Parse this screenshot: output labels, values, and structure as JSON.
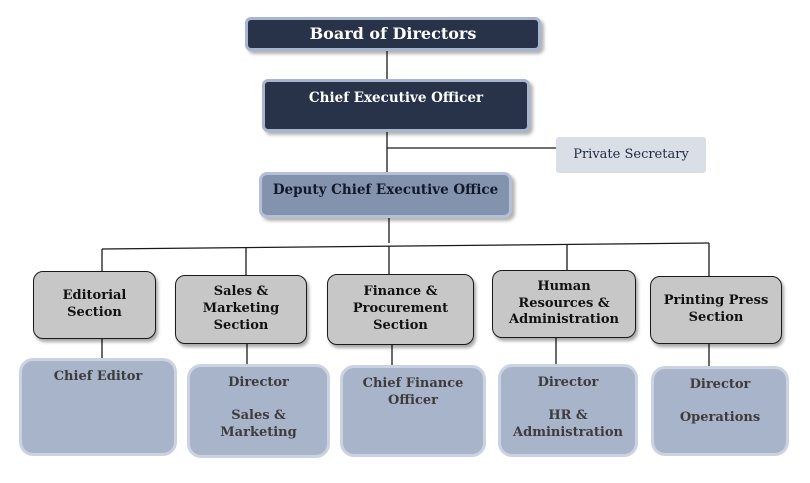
{
  "board": {
    "label": "Board of Directors"
  },
  "ceo": {
    "label": "Chief Executive Officer"
  },
  "secretary": {
    "label": "Private Secretary"
  },
  "deputy": {
    "label": "Deputy Chief Executive Office"
  },
  "sections": [
    {
      "lines": [
        "Editorial",
        "Section"
      ],
      "head_lines": [
        "Chief Editor"
      ]
    },
    {
      "lines": [
        "Sales &",
        "Marketing",
        "Section"
      ],
      "head_lines": [
        "Director",
        "",
        "Sales &",
        "Marketing"
      ]
    },
    {
      "lines": [
        "Finance &",
        "Procurement",
        "Section"
      ],
      "head_lines": [
        "Chief Finance",
        "Officer"
      ]
    },
    {
      "lines": [
        "Human",
        "Resources &",
        "Administration"
      ],
      "head_lines": [
        "Director",
        "",
        "HR &",
        "Administration"
      ]
    },
    {
      "lines": [
        "Printing Press",
        "Section"
      ],
      "head_lines": [
        "Director",
        "",
        "Operations"
      ]
    }
  ]
}
